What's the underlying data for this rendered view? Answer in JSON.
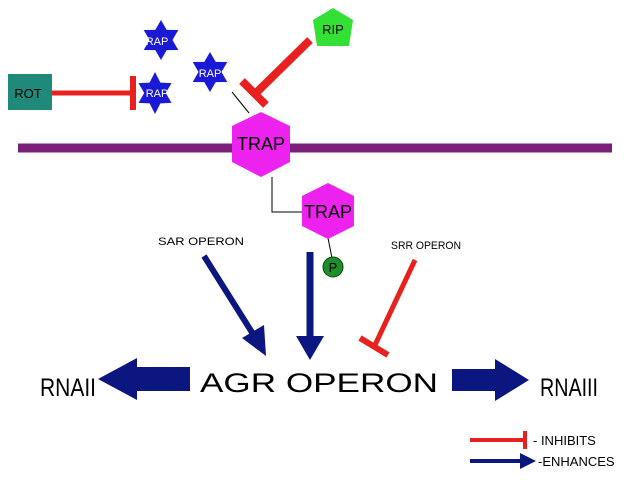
{
  "colors": {
    "membrane": "#7a1f7a",
    "rap": "#1a1ad6",
    "rot": "#1f8a7a",
    "rip": "#33e033",
    "trap": "#ee22ee",
    "phospho": "#1f8f2a",
    "inhibit": "#e82020",
    "enhance": "#0c1680",
    "text": "#000000",
    "light_text": "#ffffff"
  },
  "nodes": {
    "rap_top": "RAP",
    "rap_mid": "RAP",
    "rap_left": "RAP",
    "rot": "ROT",
    "rip": "RIP",
    "trap_membrane": "TRAP",
    "trap_cyto": "TRAP",
    "phospho": "P"
  },
  "labels": {
    "sar_operon": "SAR OPERON",
    "srr_operon": "SRR OPERON",
    "agr_operon": "AGR OPERON",
    "rnaii": "RNAII",
    "rnaiii": "RNAIII"
  },
  "legend": {
    "inhibits": "- INHIBITS",
    "enhances": "-ENHANCES"
  }
}
